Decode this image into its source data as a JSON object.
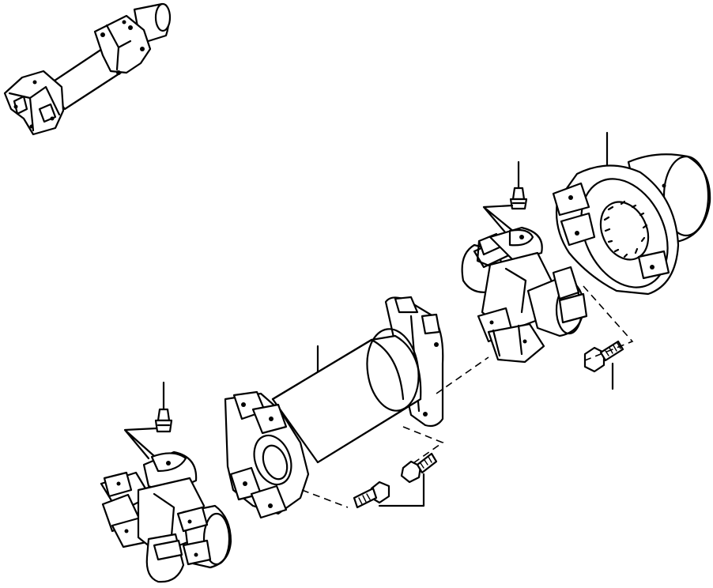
{
  "diagram": {
    "type": "exploded-parts-view",
    "line_color": "#000000",
    "background_color": "#ffffff",
    "parts": [
      "assembled-drive-shaft",
      "drive-flange-yoke",
      "upper-universal-joint-cross",
      "upper-grease-fitting",
      "yoke-bolt",
      "drive-shaft-tube",
      "tube-yoke-bolts",
      "lower-universal-joint-cross",
      "lower-grease-fitting"
    ]
  }
}
